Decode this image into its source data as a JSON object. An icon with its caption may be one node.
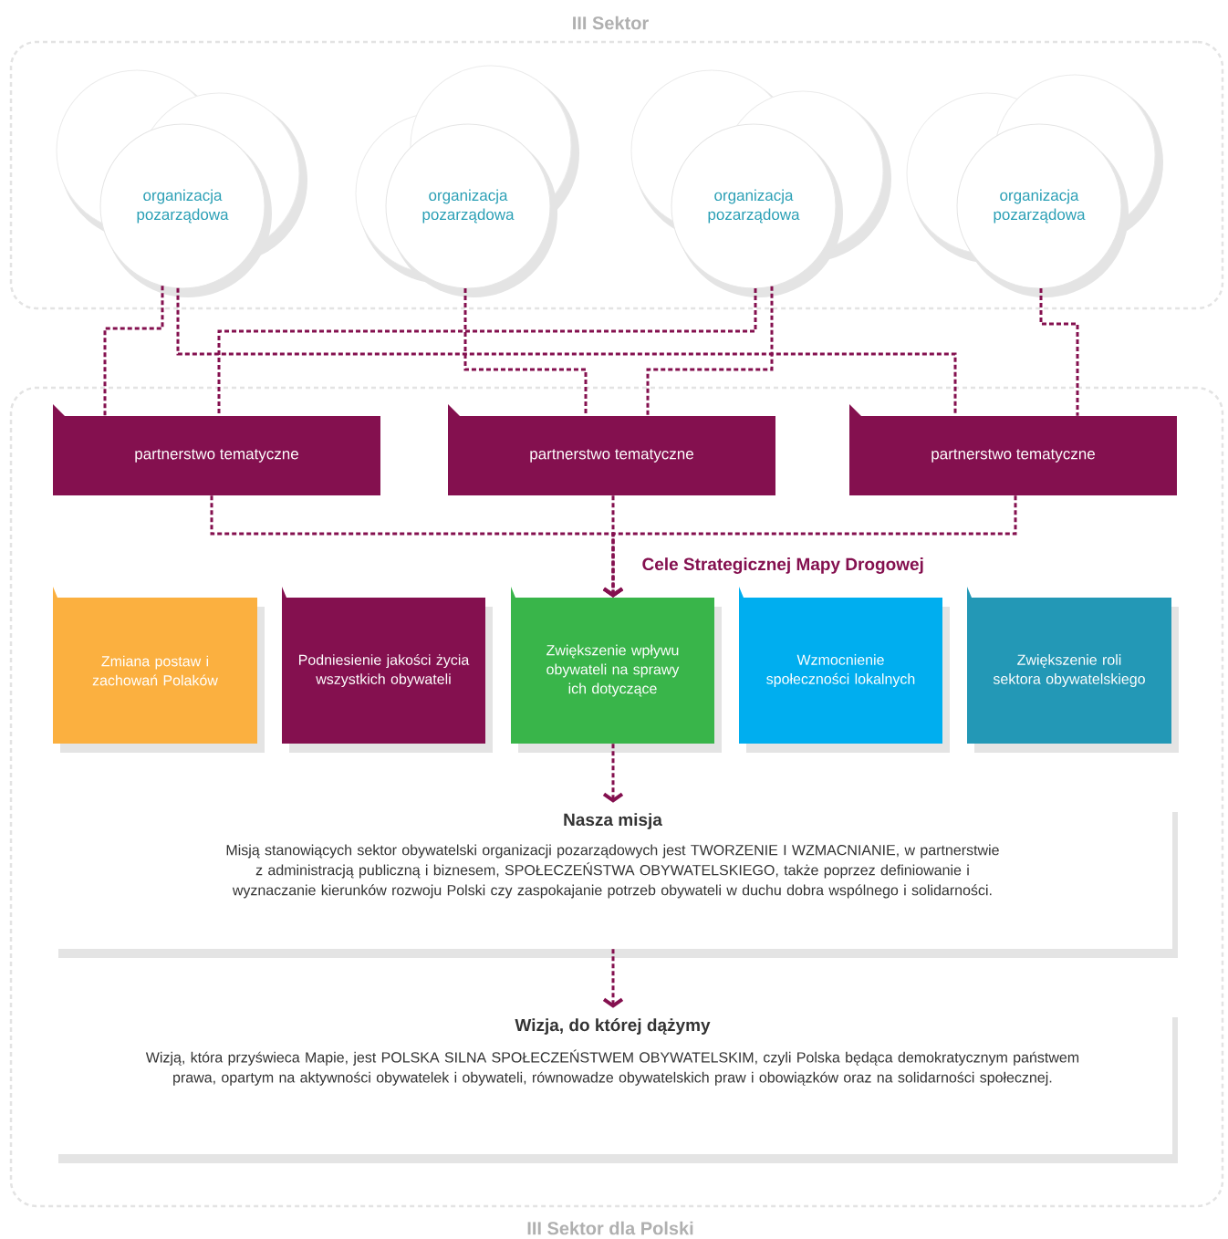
{
  "diagram": {
    "nodes": [
      {
        "text": [
          "III Sektor"
        ]
      },
      {
        "text": [
          "organizacja pozarządowa"
        ],
        "in": 0
      },
      {
        "text": [
          "organizacja pozarządowa"
        ],
        "in": 0
      },
      {
        "text": [
          "organizacja pozarządowa"
        ],
        "in": 0
      },
      {
        "text": [
          "organizacja pozarządowa"
        ],
        "in": 0
      },
      {
        "text": [
          "III Sektor dla Polski"
        ]
      },
      {
        "text": [
          "partnerstwo tematyczne"
        ],
        "in": 5
      },
      {
        "text": [
          "partnerstwo tematyczne"
        ],
        "in": 5
      },
      {
        "text": [
          "partnerstwo tematyczne"
        ],
        "in": 5
      },
      {
        "text": [
          "Zmiana postaw i zachowań Polaków"
        ],
        "in": 5
      },
      {
        "text": [
          "Podniesienie jakości życia wszystkich obywateli"
        ],
        "in": 5
      },
      {
        "text": [
          "Zwiększenie wpływu obywateli na sprawy ich dotyczące"
        ],
        "in": 5
      },
      {
        "text": [
          "Wzmocnienie społeczności lokalnych"
        ],
        "in": 5
      },
      {
        "text": [
          "Zwiększenie roli sektora obywatelskiego"
        ],
        "in": 5
      },
      {
        "text": [
          "Nasza misja",
          "Misją stanowiących sektor obywatelski organizacji pozarządowych jest TWORZENIE I WZMACNIANIE, w partnerstwie z administracją publiczną i biznesem, SPOŁECZEŃSTWA OBYWATELSKIEGO, także poprzez definiowanie i wyznaczanie kierunków rozwoju Polski czy zaspokajanie potrzeb obywateli w duchu dobra wspólnego i solidarności."
        ],
        "in": 5
      },
      {
        "text": [
          "Wizja, do której dążymy",
          "Wizją, która przyświeca Mapie, jest POLSKA SILNA SPOŁECZEŃSTWEM OBYWATELSKIM, czyli Polska będąca demokratycznym państwem prawa, opartym na aktywności obywatelek i obywateli, równowadze obywatelskich praw i obowiązków oraz na solidarności społecznej."
        ],
        "in": 5
      }
    ],
    "edges": [
      {
        "from": 1,
        "to": 6,
        "arrow": "none"
      },
      {
        "from": 1,
        "to": 8,
        "arrow": "none"
      },
      {
        "from": 2,
        "to": 7,
        "arrow": "none"
      },
      {
        "from": 3,
        "to": 6,
        "arrow": "none"
      },
      {
        "from": 3,
        "to": 7,
        "arrow": "none"
      },
      {
        "from": 4,
        "to": 8,
        "arrow": "none"
      },
      {
        "from": 6,
        "to": 11,
        "arrow": "to"
      },
      {
        "from": 7,
        "to": 11,
        "arrow": "to"
      },
      {
        "from": 8,
        "to": 11,
        "arrow": "to"
      },
      {
        "from": 11,
        "to": 14,
        "arrow": "to"
      },
      {
        "from": 14,
        "to": 15,
        "arrow": "to"
      }
    ],
    "labels": [
      "Cele Strategicznej Mapy Drogowej"
    ]
  }
}
